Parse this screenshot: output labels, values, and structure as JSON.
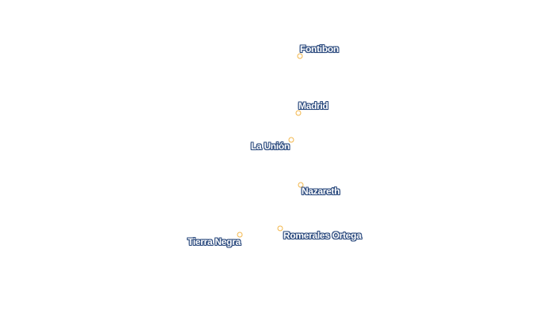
{
  "map": {
    "places": [
      {
        "name": "Fontibon"
      },
      {
        "name": "Madrid"
      },
      {
        "name": "La Unión"
      },
      {
        "name": "Nazareth"
      },
      {
        "name": "Romerales Ortega"
      },
      {
        "name": "Tierra Negra"
      }
    ],
    "colors": {
      "marker": "#f2b64a",
      "label_halo": "#2b4a7e",
      "label_text": "#ffffff",
      "background": "#ffffff"
    }
  }
}
